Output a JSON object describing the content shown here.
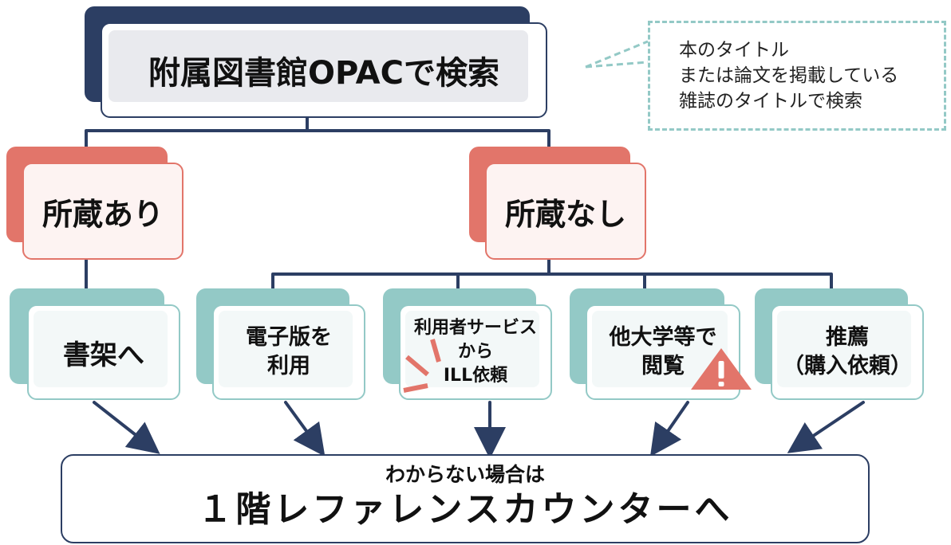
{
  "title_box": {
    "label": "附属図書館OPACで検索"
  },
  "note": {
    "lines": [
      "本のタイトル",
      "または論文を掲載している",
      "雑誌のタイトルで検索"
    ]
  },
  "branches": {
    "held": {
      "label": "所蔵あり"
    },
    "not_held": {
      "label": "所蔵なし"
    }
  },
  "options": {
    "shelf": {
      "label": "書架へ"
    },
    "ebook": {
      "lines": [
        "電子版を",
        "利用"
      ]
    },
    "ill": {
      "lines": [
        "利用者サービス",
        "から",
        "ILL依頼"
      ]
    },
    "other_univ": {
      "lines": [
        "他大学等で",
        "閲覧"
      ]
    },
    "recommend": {
      "lines": [
        "推薦",
        "（購入依頼）"
      ]
    }
  },
  "bottom": {
    "sub": "わからない場合は",
    "main": "１階レファレンスカウンターへ"
  },
  "colors": {
    "navy": "#2c3e63",
    "coral": "#e2756a",
    "teal": "#93c9c6",
    "warning": "#e2756a"
  },
  "icons": {
    "warning": "warning-icon",
    "spark": "spark-icon"
  }
}
